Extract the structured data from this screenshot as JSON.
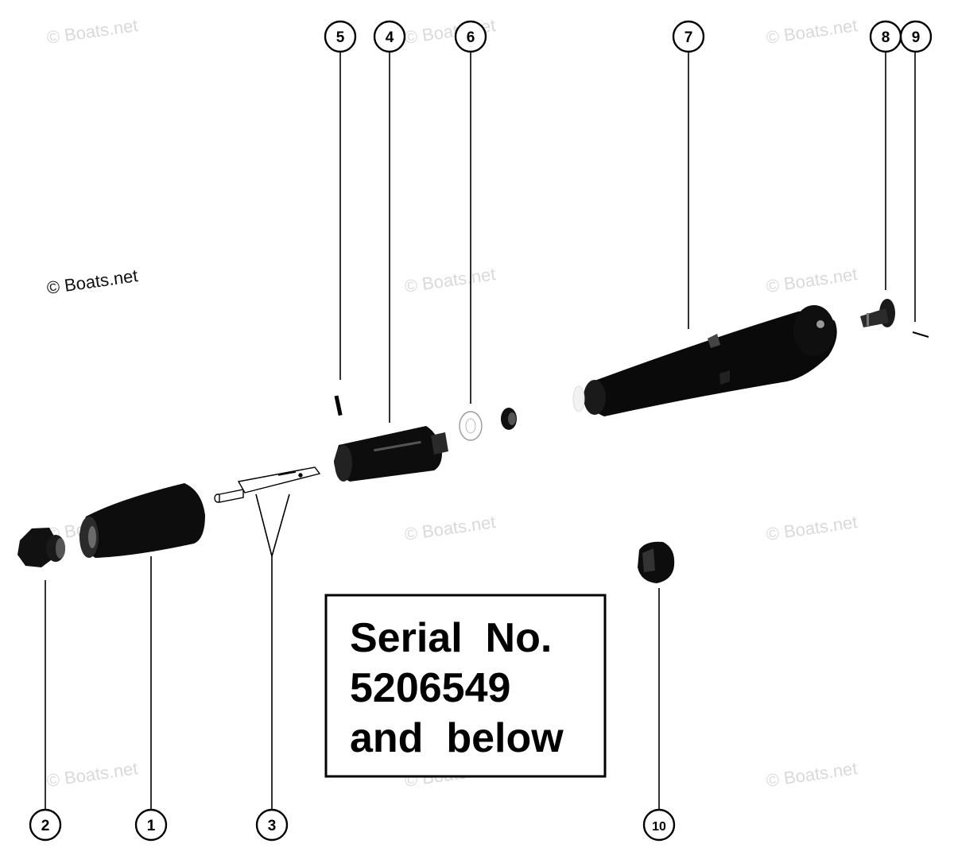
{
  "callouts": {
    "c1": "1",
    "c2": "2",
    "c3": "3",
    "c4": "4",
    "c5": "5",
    "c6": "6",
    "c7": "7",
    "c8": "8",
    "c9": "9",
    "c10": "10"
  },
  "serial_box": {
    "line1": "Serial  No.",
    "line2": "5206549",
    "line3": "and  below"
  },
  "watermark": "© Boats.net",
  "colors": {
    "ink": "#000000",
    "watermark": "#d9d9d9"
  }
}
